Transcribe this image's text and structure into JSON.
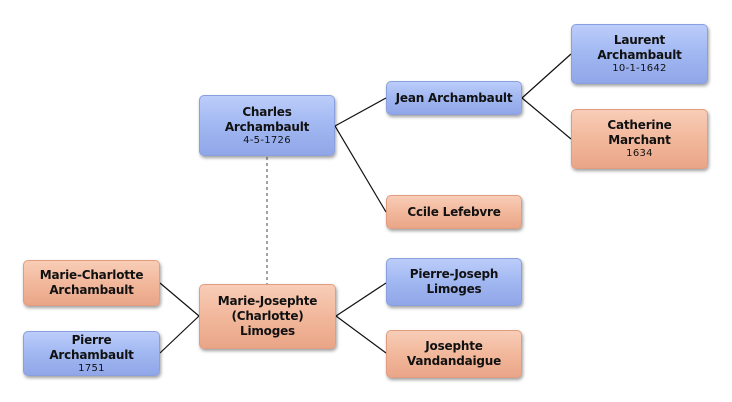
{
  "people": {
    "charles": {
      "name_line1": "Charles",
      "name_line2": "Archambault",
      "date": "4-5-1726"
    },
    "jean": {
      "name": "Jean Archambault"
    },
    "laurent": {
      "name_line1": "Laurent",
      "name_line2": "Archambault",
      "date": "10-1-1642"
    },
    "catherine": {
      "name_line1": "Catherine",
      "name_line2": "Marchant",
      "date": "1634"
    },
    "ccile": {
      "name": "Ccile Lefebvre"
    },
    "marie_charlotte": {
      "name_line1": "Marie-Charlotte",
      "name_line2": "Archambault"
    },
    "pierre_archambault": {
      "name": "Pierre Archambault",
      "date": "1751"
    },
    "marie_josephte": {
      "name_line1": "Marie-Josephte",
      "name_line2": "(Charlotte)",
      "name_line3": "Limoges"
    },
    "pierre_joseph": {
      "name_line1": "Pierre-Joseph",
      "name_line2": "Limoges"
    },
    "josephte": {
      "name_line1": "Josephte",
      "name_line2": "Vandandaigue"
    }
  },
  "colors": {
    "male_node": "#a3b9f2",
    "female_node": "#f2b89c",
    "connector": "#111111",
    "marriage_link": "#666666"
  }
}
